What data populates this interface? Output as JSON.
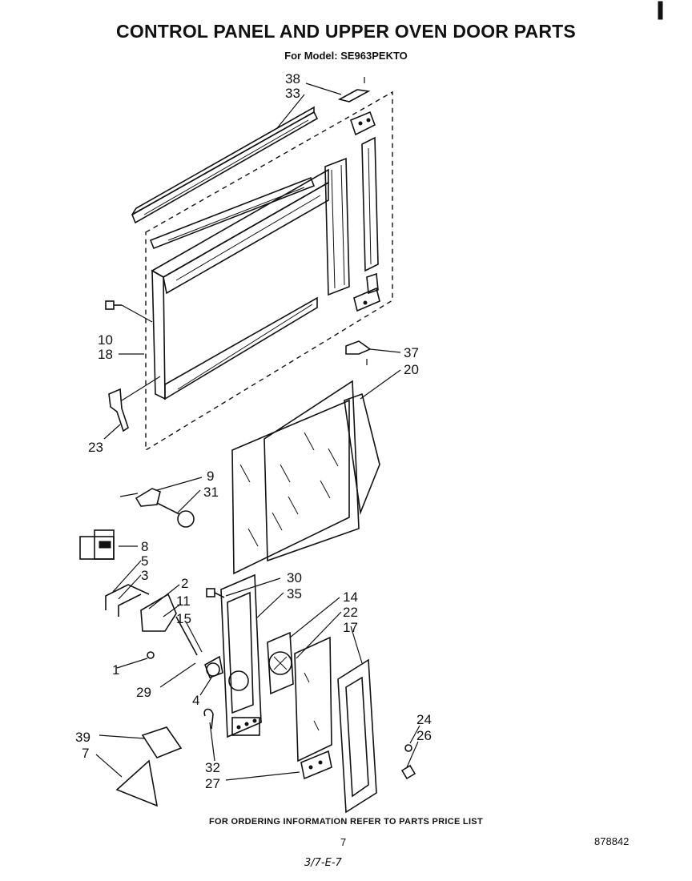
{
  "title": "CONTROL PANEL AND UPPER OVEN DOOR PARTS",
  "subtitle": "For Model: SE963PEKTO",
  "footer_note": "FOR ORDERING INFORMATION REFER TO PARTS PRICE LIST",
  "page_number": "7",
  "document_number": "878842",
  "handwritten_note": "3/7-E-7",
  "callouts": {
    "c38": "38",
    "c33": "33",
    "c10": "10",
    "c18": "18",
    "c23": "23",
    "c37": "37",
    "c20": "20",
    "c9": "9",
    "c31": "31",
    "c8": "8",
    "c5": "5",
    "c3": "3",
    "c2": "2",
    "c11": "11",
    "c15": "15",
    "c1": "1",
    "c29": "29",
    "c4": "4",
    "c30": "30",
    "c35": "35",
    "c14": "14",
    "c22": "22",
    "c17": "17",
    "c24": "24",
    "c26": "26",
    "c39": "39",
    "c7": "7",
    "c32": "32",
    "c27": "27"
  }
}
